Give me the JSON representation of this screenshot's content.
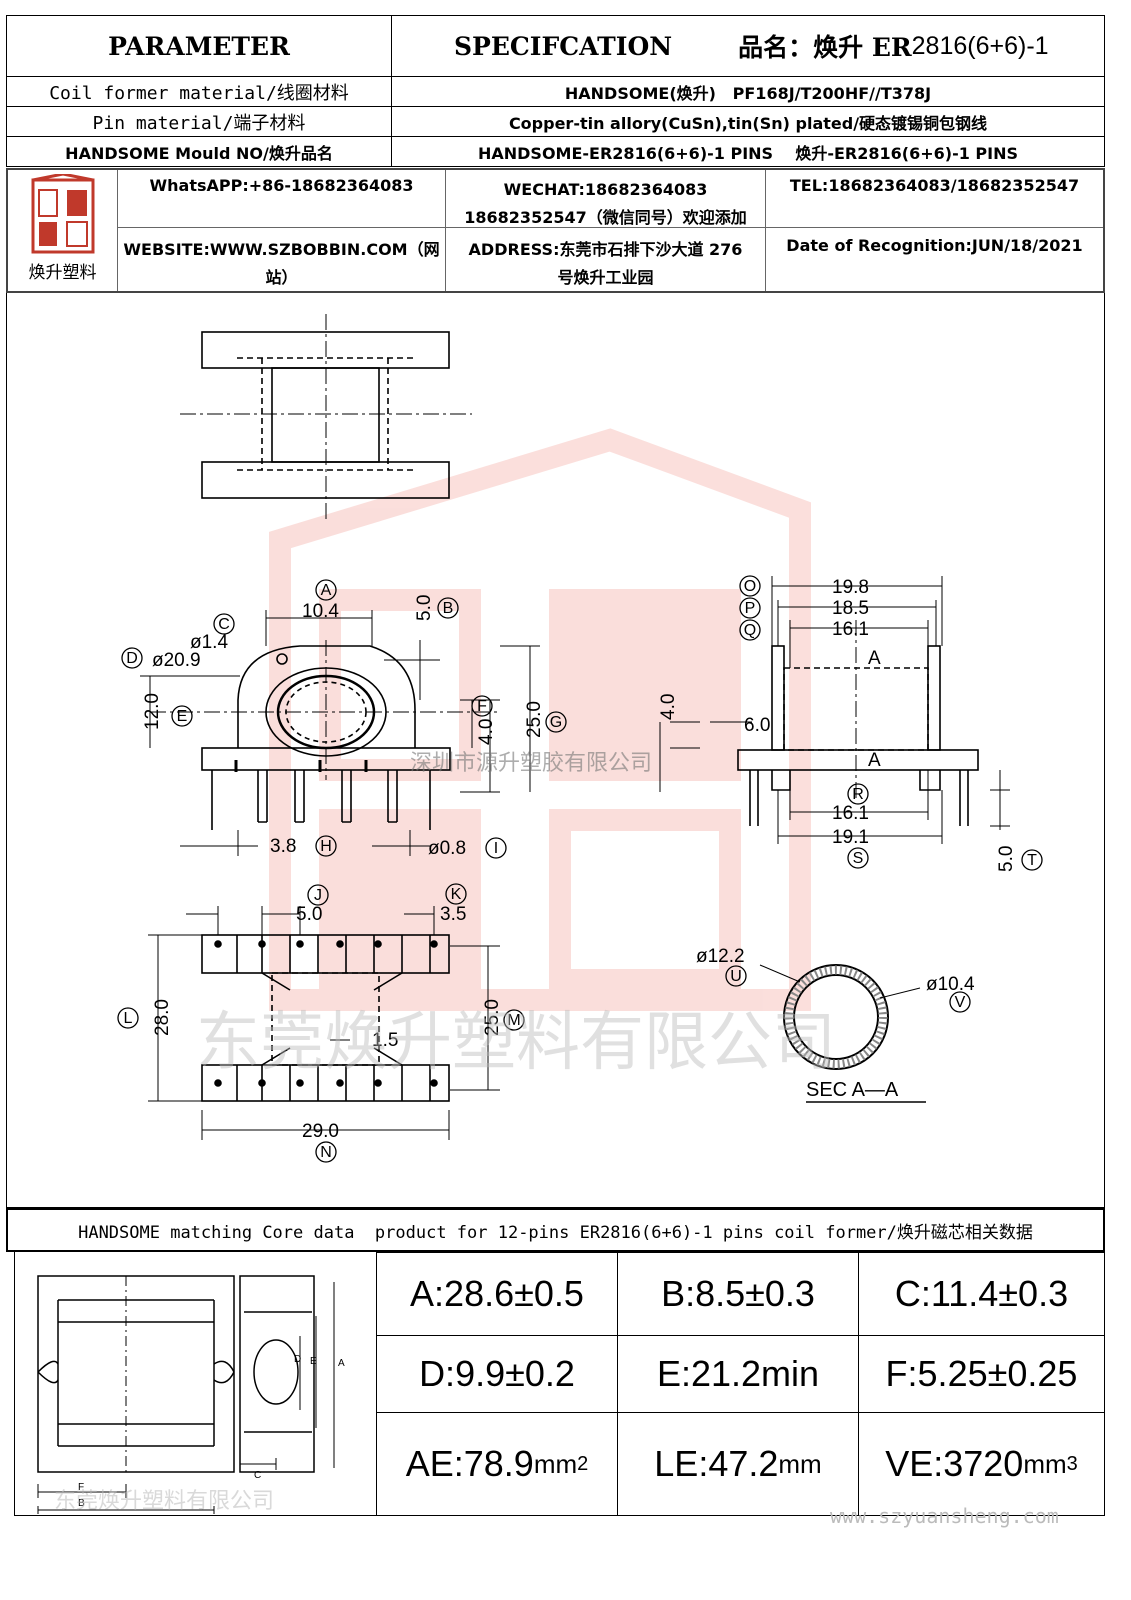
{
  "header": {
    "parameter": "PARAMETER",
    "specification": "SPECIFCATION",
    "product_prefix": "品名：焕升 ER",
    "product_code": "2816(6+6)-1"
  },
  "rows": [
    {
      "label": "Coil former material/线圈材料",
      "value": "HANDSOME(焕升)   PF168J/T200HF//T378J"
    },
    {
      "label": "Pin material/端子材料",
      "value": "Copper-tin allory(CuSn),tin(Sn) plated/硬态镀锡铜包钢线"
    },
    {
      "label": "HANDSOME Mould NO/焕升品名",
      "value": "HANDSOME-ER2816(6+6)-1 PINS    焕升-ER2816(6+6)-1 PINS"
    }
  ],
  "contact": {
    "logo_text": "焕升塑料",
    "whatsapp": "WhatsAPP:+86-18682364083",
    "wechat_1": "WECHAT:18682364083",
    "wechat_2": "18682352547（微信同号）欢迎添加",
    "tel": "TEL:18682364083/18682352547",
    "website_1": "WEBSITE:WWW.SZBOBBIN.COM（网",
    "website_2": "站）",
    "address_1": "ADDRESS:东莞市石排下沙大道 276",
    "address_2": "号焕升工业园",
    "date": "Date of Recognition:JUN/18/2021"
  },
  "drawing": {
    "watermark_1": "深圳市源升塑胶有限公司",
    "watermark_2": "东莞焕升塑料有限公司",
    "section": "SEC  A—A",
    "dims": {
      "A": "10.4",
      "B": "5.0",
      "C": "ø1.4",
      "D": "ø20.9",
      "E": "12.0",
      "F": "4.0",
      "G": "25.0",
      "H": "3.8",
      "I": "ø0.8",
      "J": "5.0",
      "K": "3.5",
      "L": "28.0",
      "M": "25.0",
      "N": "29.0",
      "O": "19.8",
      "P": "18.5",
      "Q": "16.1",
      "R": "16.1",
      "S": "19.1",
      "T": "5.0",
      "U": "ø12.2",
      "V": "ø10.4",
      "side_4": "4.0",
      "side_6": "6.0",
      "bottom_15": "1.5"
    },
    "labels": [
      "A",
      "B",
      "C",
      "D",
      "E",
      "F",
      "G",
      "H",
      "I",
      "J",
      "K",
      "L",
      "M",
      "N",
      "O",
      "P",
      "Q",
      "R",
      "S",
      "T",
      "U",
      "V"
    ]
  },
  "core_header": "HANDSOME matching Core data  product for 12-pins ER2816(6+6)-1 pins coil former/焕升磁芯相关数据",
  "core": {
    "A": "A:28.6±0.5",
    "B": "B:8.5±0.3",
    "C": "C:11.4±0.3",
    "D": "D:9.9±0.2",
    "E": "E:21.2min",
    "F": "F:5.25±0.25",
    "AE": "AE:78.9",
    "AE_unit": "mm",
    "AE_sup": "2",
    "LE": "LE:47.2",
    "LE_unit": "mm",
    "VE": "VE:3720",
    "VE_unit": "mm",
    "VE_sup": "3"
  },
  "core_drawing_labels": [
    "D",
    "E",
    "A",
    "F",
    "B",
    "C"
  ],
  "footer": {
    "watermark": "东莞焕升塑料有限公司",
    "url": "www.szyuansheng.com"
  }
}
